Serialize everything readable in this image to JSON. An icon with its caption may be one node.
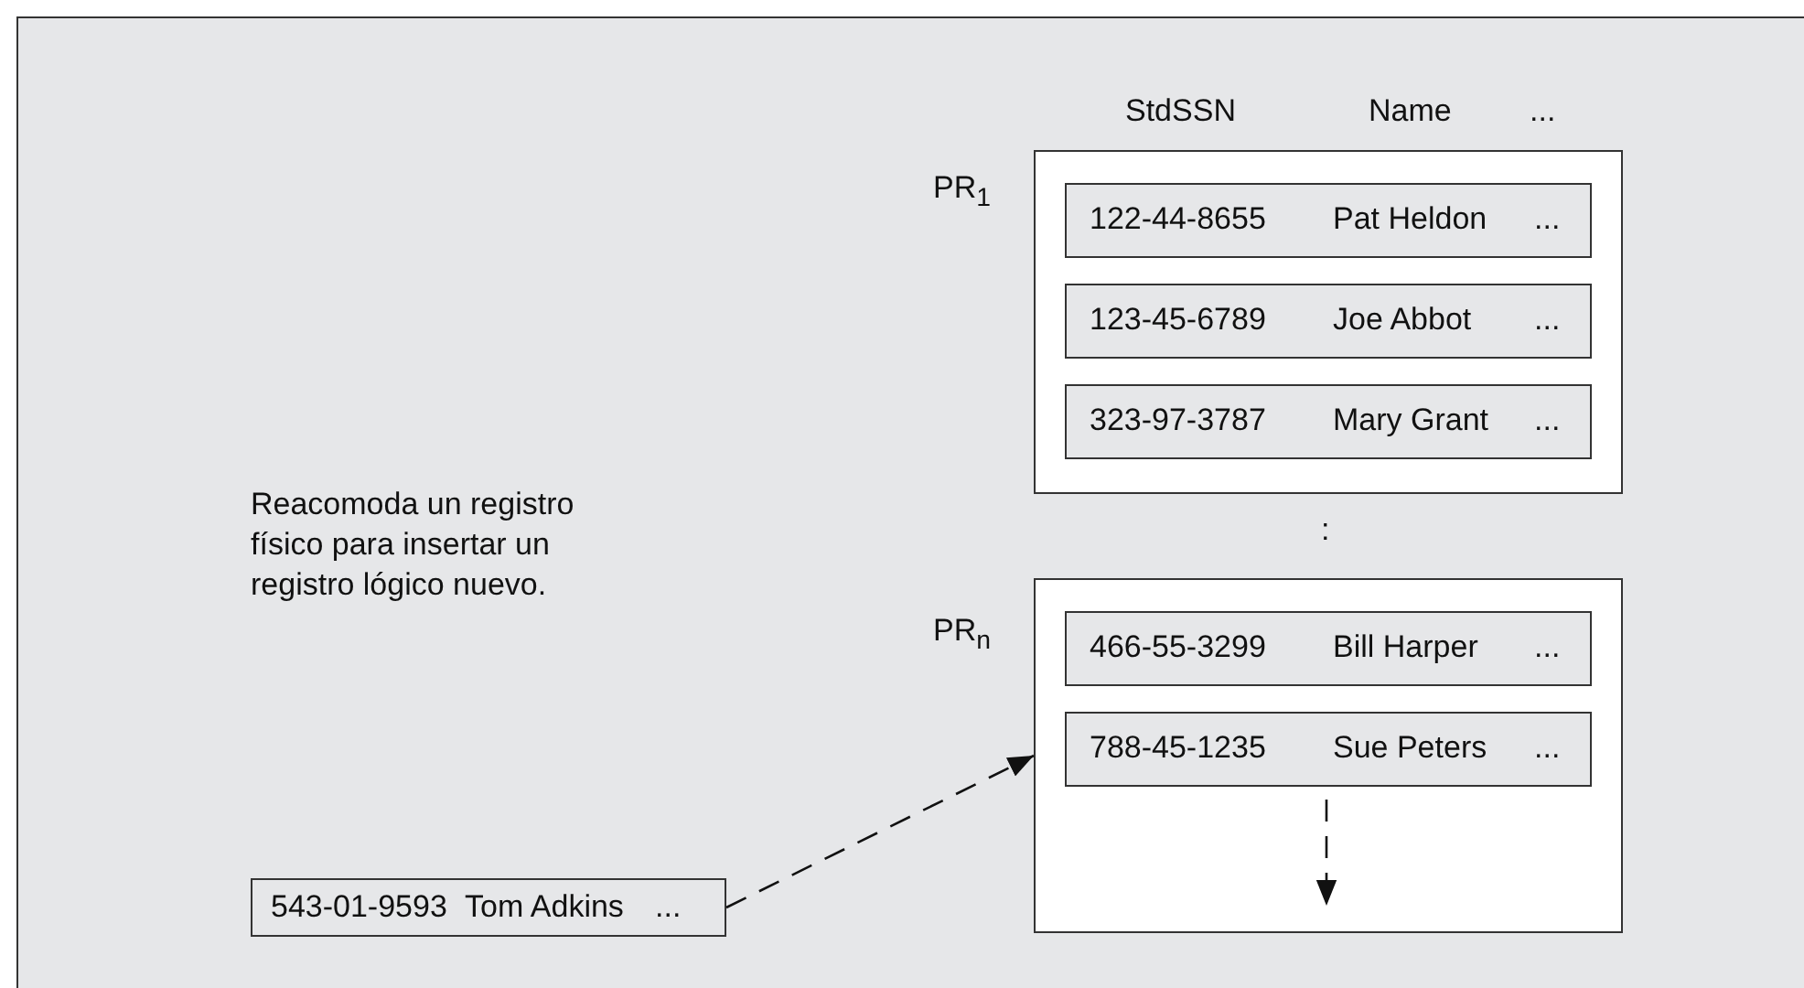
{
  "diagram": {
    "nodes": [
      {
        "text": [],
        "shape": "box",
        "beside": [
          "PR$_{1}$"
        ]
      },
      {
        "text": [
          "122-44-8655",
          "Pat Heldon",
          "..."
        ],
        "in": 0
      },
      {
        "text": [
          "123-45-6789",
          "Joe Abbot",
          "..."
        ],
        "in": 0
      },
      {
        "text": [
          "323-97-3787",
          "Mary Grant",
          "..."
        ],
        "in": 0
      },
      {
        "text": [],
        "shape": "box",
        "beside": [
          "PR$_{n}$"
        ]
      },
      {
        "text": [
          "466-55-3299",
          "Bill Harper",
          "..."
        ],
        "in": 4
      },
      {
        "text": [
          "788-45-1235",
          "Sue Peters",
          "..."
        ],
        "in": 4
      },
      {
        "text": [
          "543-01-9593",
          "Tom Adkins",
          "..."
        ]
      }
    ],
    "edges": [
      {
        "from": 7,
        "to": 4,
        "arrow": "to",
        "style": "dashed"
      },
      {
        "from": 6,
        "to": null,
        "arrow": "to",
        "style": "dashed"
      }
    ],
    "labels": [
      "StdSSN",
      "Name",
      "...",
      ":",
      "Reacomoda un registro físico para insertar un registro lógico nuevo."
    ]
  }
}
